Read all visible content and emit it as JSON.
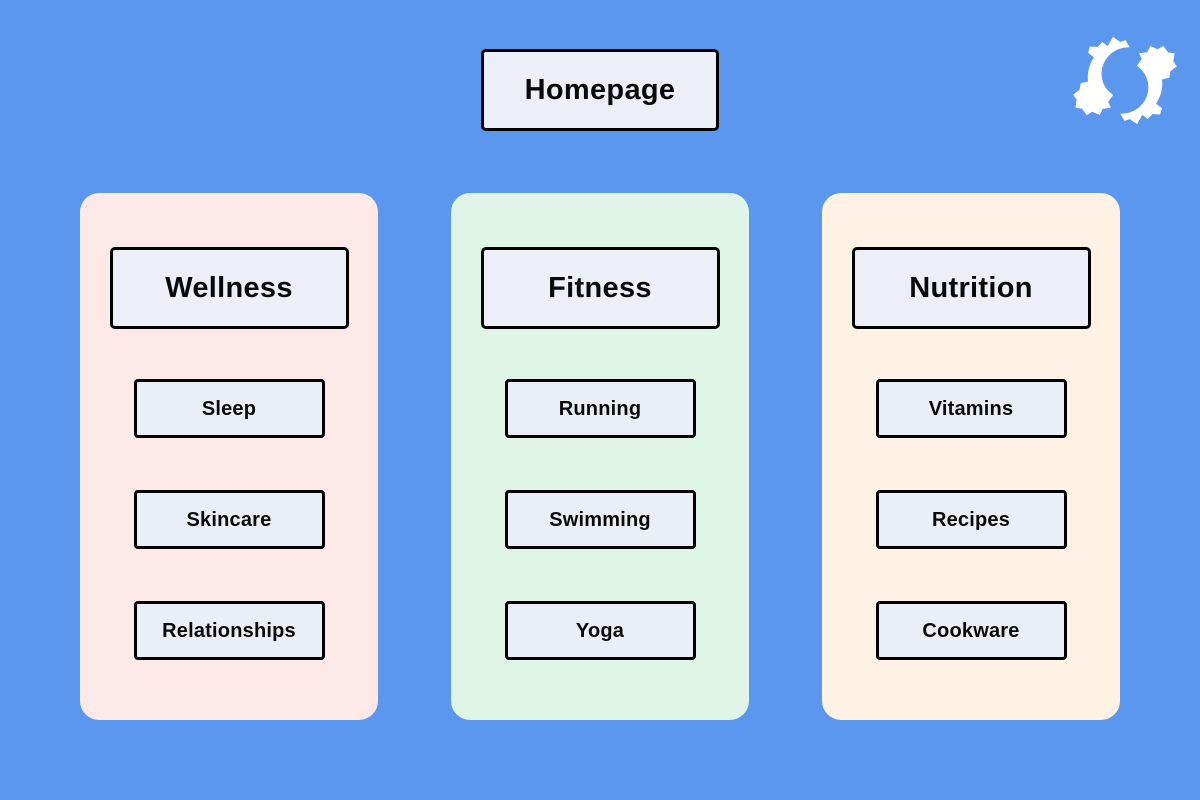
{
  "page": {
    "background_color": "#5b97ee",
    "node_fill_color": "#eceff8",
    "node_border_color": "#000000"
  },
  "logo": {
    "name": "interlocking-gears-logo",
    "color": "#ffffff"
  },
  "root": {
    "label": "Homepage"
  },
  "columns": [
    {
      "id": "wellness",
      "label": "Wellness",
      "card_color": "#fdeae8",
      "children": [
        {
          "label": "Sleep"
        },
        {
          "label": "Skincare"
        },
        {
          "label": "Relationships"
        }
      ]
    },
    {
      "id": "fitness",
      "label": "Fitness",
      "card_color": "#dff5e8",
      "children": [
        {
          "label": "Running"
        },
        {
          "label": "Swimming"
        },
        {
          "label": "Yoga"
        }
      ]
    },
    {
      "id": "nutrition",
      "label": "Nutrition",
      "card_color": "#fdf2e4",
      "children": [
        {
          "label": "Vitamins"
        },
        {
          "label": "Recipes"
        },
        {
          "label": "Cookware"
        }
      ]
    }
  ]
}
